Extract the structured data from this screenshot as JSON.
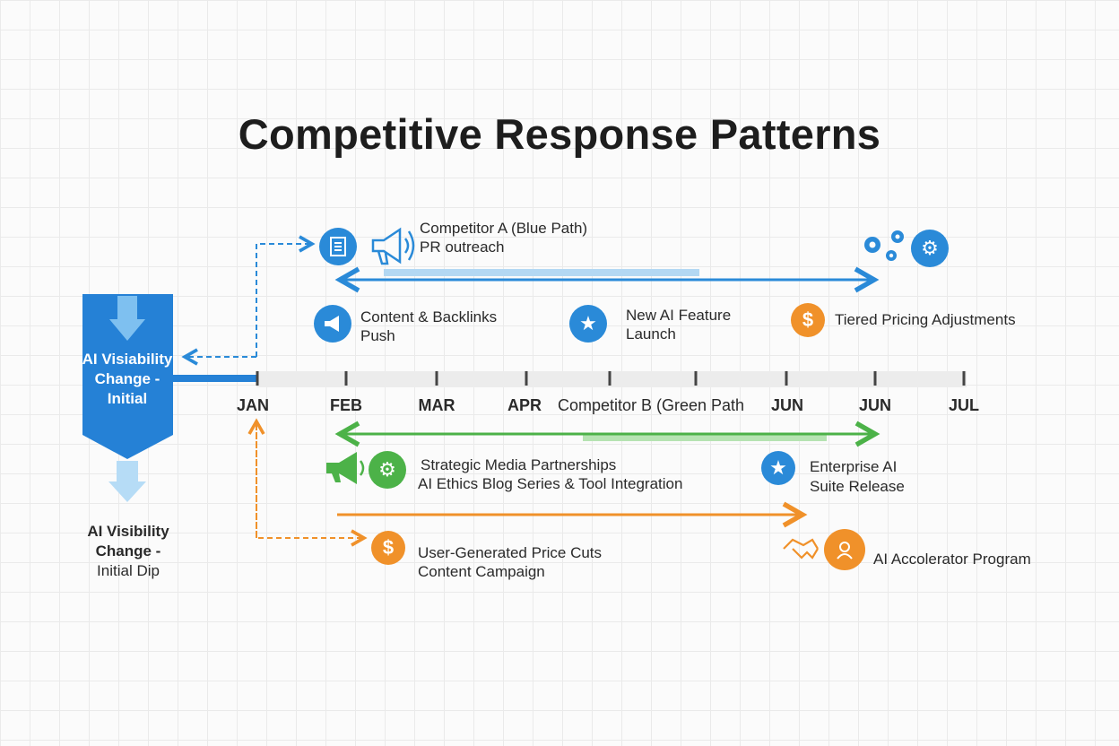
{
  "title": "Competitive Response Patterns",
  "banner": {
    "label": "AI Visiability Change - Initial"
  },
  "dip": {
    "line1": "AI Visibility",
    "line2": "Change -",
    "line3": "Initial Dip"
  },
  "months": [
    "JAN",
    "FEB",
    "MAR",
    "APR",
    "Competitor B (Green Path",
    "JUN",
    "JUN",
    "JUL"
  ],
  "competitor_a": {
    "heading": "Competitor A (Blue Path)",
    "sub": "PR outreach",
    "events": [
      {
        "line1": "Content & Backlinks",
        "line2": "Push",
        "icon": "megaphone-icon"
      },
      {
        "line1": "New AI Feature",
        "line2": "Launch",
        "icon": "star-icon"
      },
      {
        "line1": "Tiered Pricing Adjustments",
        "line2": "",
        "icon": "dollar-icon"
      }
    ]
  },
  "competitor_b": {
    "events": [
      {
        "line1": "Strategic Media Partnerships",
        "line2": "AI Ethics Blog Series & Tool Integration",
        "icon": "gear-icon"
      },
      {
        "line1": "Enterprise AI",
        "line2": "Suite Release",
        "icon": "star-icon"
      }
    ]
  },
  "competitor_c": {
    "events": [
      {
        "line1": "User-Generated Price Cuts",
        "line2": "Content Campaign",
        "icon": "dollar-icon"
      },
      {
        "line1": "AI Accolerator Program",
        "line2": "",
        "icon": "handshake-icon"
      }
    ]
  },
  "colors": {
    "blue": "#2a8ad8",
    "green": "#4cb248",
    "orange": "#f0912a",
    "banner": "#2581d6"
  }
}
